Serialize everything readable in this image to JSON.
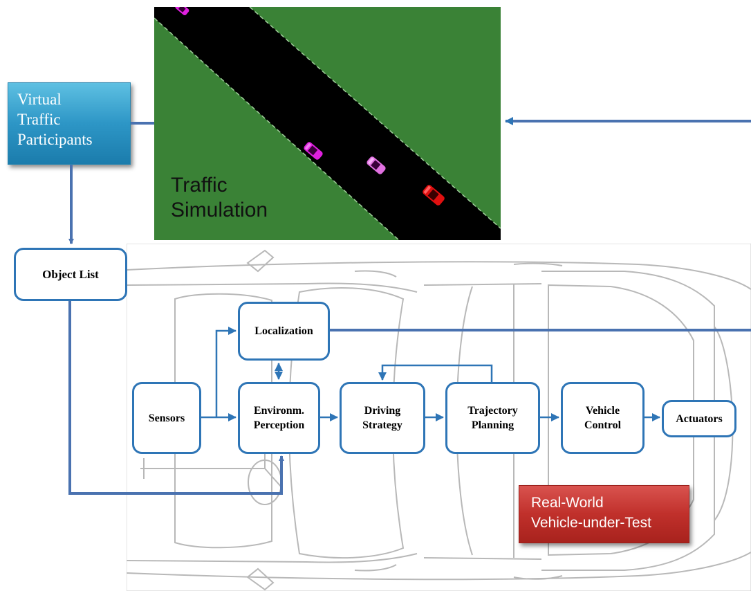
{
  "simulation": {
    "title_lines": [
      "Traffic",
      "Simulation"
    ],
    "colors": {
      "grass": "#3a8236",
      "road": "#000000",
      "car_magenta": "#e020e0",
      "car_pink": "#e070e0",
      "car_red": "#e01010"
    }
  },
  "virtual_participants": {
    "lines": [
      "Virtual",
      "Traffic",
      "Participants"
    ],
    "color": "#2d96c6"
  },
  "object_list": {
    "label": "Object List"
  },
  "blocks": {
    "localization": {
      "lines": [
        "Localization"
      ]
    },
    "sensors": {
      "lines": [
        "Sensors"
      ]
    },
    "perception": {
      "lines": [
        "Environm.",
        "Perception"
      ]
    },
    "driving_strategy": {
      "lines": [
        "Driving",
        "Strategy"
      ]
    },
    "trajectory_planning": {
      "lines": [
        "Trajectory",
        "Planning"
      ]
    },
    "vehicle_control": {
      "lines": [
        "Vehicle",
        "Control"
      ]
    },
    "actuators": {
      "lines": [
        "Actuators"
      ]
    }
  },
  "vehicle_under_test": {
    "lines": [
      "Real-World",
      "Vehicle-under-Test"
    ],
    "color": "#c0302b"
  },
  "colors": {
    "block_border": "#2e75b6",
    "arrow": "#4a72b0",
    "flow_arrow": "#2e75b6"
  }
}
